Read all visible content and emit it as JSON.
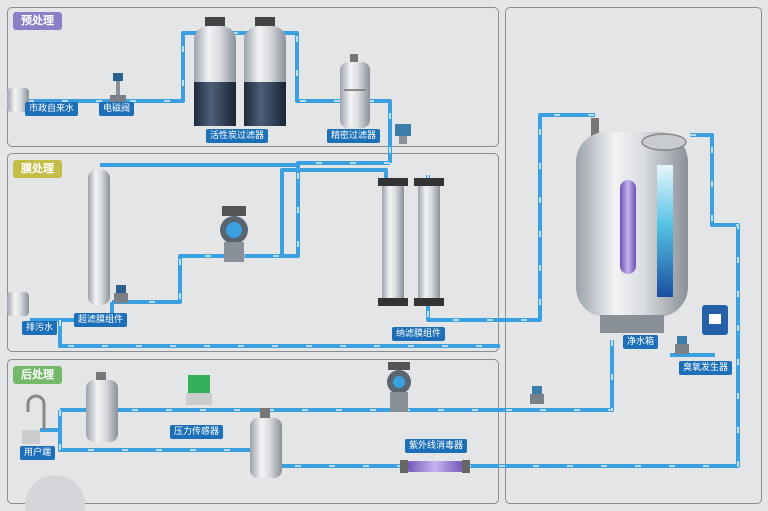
{
  "sections": {
    "pre": {
      "title": "预处理",
      "color": "#8b7fc7"
    },
    "membrane": {
      "title": "膜处理",
      "color": "#c4bd48"
    },
    "post": {
      "title": "后处理",
      "color": "#74b86a"
    }
  },
  "labels": {
    "municipal_water": "市政自来水",
    "solenoid_valve": "电磁阀",
    "carbon_filter": "活性炭过滤器",
    "precision_filter": "精密过滤器",
    "drain": "排污水",
    "uf_module": "超滤膜组件",
    "nf_module": "纳滤膜组件",
    "clean_tank": "净水箱",
    "ozone_generator": "臭氧发生器",
    "pressure_sensor": "压力传感器",
    "uv_sterilizer": "紫外线消毒器",
    "user_end": "用户端"
  },
  "colors": {
    "pipe": "#3aa0e0",
    "label_bg": "#1d6fb8",
    "panel_border": "#8a8d92",
    "background": "#e4e5e7"
  }
}
